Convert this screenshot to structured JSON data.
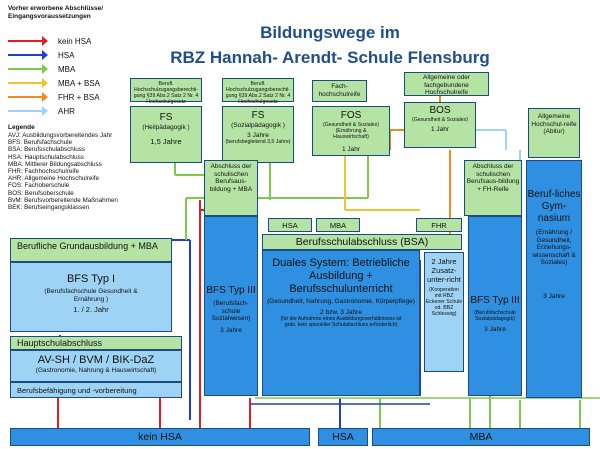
{
  "title_line1": "Bildungswege im",
  "title_line2": "RBZ Hannah- Arendt- Schule Flensburg",
  "prereq_title": "Vorher erworbene Abschlüsse/ Eingangsvoraussetzungen",
  "arrows": [
    {
      "label": "kein HSA",
      "color": "#e02020"
    },
    {
      "label": "HSA",
      "color": "#1f3fd0"
    },
    {
      "label": "MBA",
      "color": "#7ecb4a"
    },
    {
      "label": "MBA + BSA",
      "color": "#f2c230"
    },
    {
      "label": "FHR + BSA",
      "color": "#f08a20"
    },
    {
      "label": "AHR",
      "color": "#9fd3f5"
    }
  ],
  "legend_title": "Legende",
  "legend": [
    "AVJ: Ausbildungsvorbereitendes Jahr",
    "BFS: Berufsfachschule",
    "BSA: Berufsschulabschluss",
    "HSA: Hauptschulabschluss",
    "MBA: Mittlerer Bildungsabschluss",
    "FHR: Fachhochschulreife",
    "AHR: Allgemeine Hochschulreife",
    "FOS: Fachoberschule",
    "BOS: Berufsoberschule",
    "BvM: Berufsvorbereitende Maßnahmen",
    "BEK: Berufseingangsklassen"
  ],
  "boxes": {
    "berufl_hsr_1": "Berufl. Hochschulzugangsberechti-gung §39 Abs.2 Satz 2 Nr. 4 Hochschulgesetz",
    "berufl_hsr_2": "Berufl. Hochschulzugangsberechti-gung §39 Abs.2 Satz 2 Nr. 4 Hochschulgesetz",
    "fachhochschulreife": "Fach-hochschulreife",
    "allg_fach_hsr": "Allgemeine oder fachgebundene Hochschulreife",
    "fs1_title": "FS",
    "fs1_sub": "(Heilpädagogik )",
    "fs1_years": "1,5 Jahre",
    "fs2_title": "FS",
    "fs2_sub": "(Sozialpädagogik )",
    "fs2_years": "3 Jahre",
    "fs2_note": "(berufsbegleitend 3,5 Jahre)",
    "fos_title": "FOS",
    "fos_sub": "(Gesundheit & Soziales) (Ernährung & Hauswirtschaft)",
    "fos_years": "1 Jahr",
    "bos_title": "BOS",
    "bos_sub": "(Gesundheit & Soziales)",
    "bos_years": "1 Jahr",
    "allg_hsr_right": "Allgemeine Hochschul-reife (Abitur)",
    "abschluss_left": "Abschluss der schulischen Berufsaus-bildung + MBA",
    "abschluss_right": "Abschluss der schulischen Berufsaus-bildung + FH-Reife",
    "hsa_tag": "HSA",
    "mba_tag": "MBA",
    "fhr_tag": "FHR",
    "bsa": "Berufsschulabschluss (BSA)",
    "grundausbildung": "Berufliche Grundausbildung + MBA",
    "bfs1_title": "BFS Typ I",
    "bfs1_sub": "(Berufsfachschule Gesundheit & Ernährung )",
    "bfs1_years": "1. / 2. Jahr",
    "bfs3l_title": "BFS Typ III",
    "bfs3l_sub": "(Berufsfach-schule Sozialwesen)",
    "bfs3l_years": "3 Jahre",
    "dual_title": "Duales System: Betriebliche Ausbildung + Berufsschulunterricht",
    "dual_sub": "(Gesundheit, Nahrung, Gastronomie, Körperpflege)",
    "dual_years": "2 bzw. 3 Jahre",
    "dual_note": "(für die Aufnahme eines Ausbildungsverhältnisses ist grds. kein spezieller Schulabschluss erforderlich)",
    "zusatz": "2 Jahre Zusatz-unter-richt",
    "zusatz_note": "(Kooperation mit RBZ Eckener Schule od. BBZ Schleswig)",
    "bfs3r_title": "BFS Typ III",
    "bfs3r_sub": "(Berufsfachschule Sozialpädagogik)",
    "bfs3r_years": "3 Jahre",
    "gym_title": "Beruf-liches Gym-nasium",
    "gym_sub": "(Ernährung / Gesundheit, Erziehungs-wissenschaft & Soziales)",
    "gym_years": "3 Jahre",
    "hauptschulabschluss": "Hauptschulabschluss",
    "avsh_title": "AV-SH / BVM / BIK-DaZ",
    "avsh_sub": "(Gastronomie, Nahrung & Hauswirtschaft)",
    "befaehigung": "Berufsbefähigung und -vorbereitung",
    "bottom_kein": "kein HSA",
    "bottom_hsa": "HSA",
    "bottom_mba": "MBA"
  }
}
